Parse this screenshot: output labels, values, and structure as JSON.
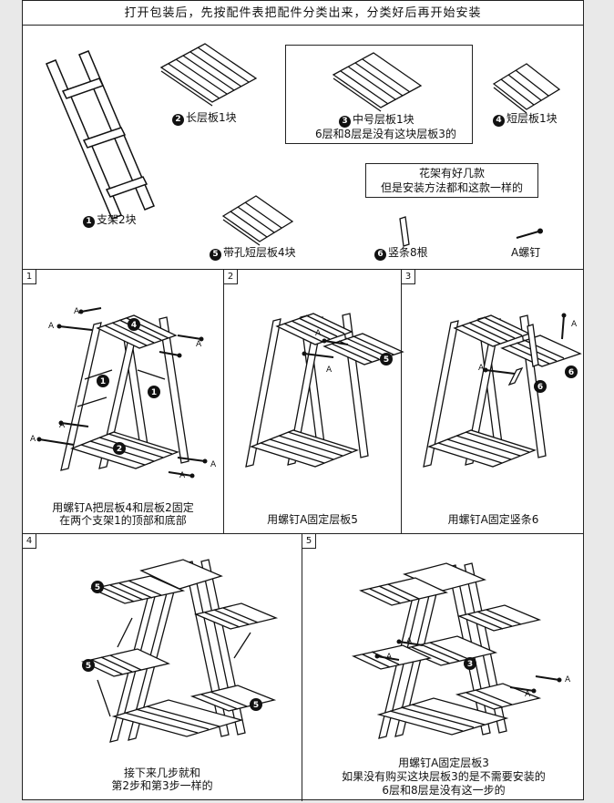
{
  "header": "打开包装后，先按配件表把配件分类出来，分类好后再开始安装",
  "parts": {
    "p1": {
      "num": "1",
      "label": "支架2块"
    },
    "p2": {
      "num": "2",
      "label": "长层板1块"
    },
    "p3": {
      "num": "3",
      "label": "中号层板1块",
      "note": "6层和8层是没有这块层板3的"
    },
    "p4": {
      "num": "4",
      "label": "短层板1块"
    },
    "p5": {
      "num": "5",
      "label": "带孔短层板4块"
    },
    "p6": {
      "num": "6",
      "label": "竖条8根"
    },
    "screw": {
      "label": "A螺钉"
    },
    "info": {
      "line1": "花架有好几款",
      "line2": "但是安装方法都和这款一样的"
    }
  },
  "steps": [
    {
      "no": "1",
      "caption1": "用螺钉A把层板4和层板2固定",
      "caption2": "在两个支架1的顶部和底部"
    },
    {
      "no": "2",
      "caption1": "用螺钉A固定层板5"
    },
    {
      "no": "3",
      "caption1": "用螺钉A固定竖条6"
    },
    {
      "no": "4",
      "caption1": "接下来几步就和",
      "caption2": "第2步和第3步一样的"
    },
    {
      "no": "5",
      "caption1": "用螺钉A固定层板3",
      "caption2": "如果没有购买这块层板3的是不需要安装的",
      "caption3": "6层和8层是没有这一步的"
    }
  ],
  "markers": {
    "a": "A",
    "n1": "1",
    "n2": "2",
    "n3": "3",
    "n4": "4",
    "n5": "5",
    "n6": "6"
  }
}
